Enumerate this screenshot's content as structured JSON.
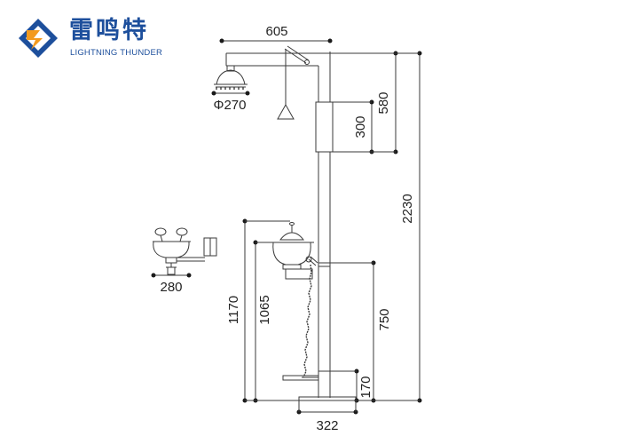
{
  "logo": {
    "name_cn": "雷鸣特",
    "name_en": "LIGHTNING THUNDER",
    "colors": {
      "blue": "#1d4f9c",
      "orange": "#f39a1e"
    }
  },
  "dimensions": {
    "top_width": "605",
    "shower_diameter": "Φ270",
    "upper_height": "580",
    "bracket_height": "300",
    "total_height": "2230",
    "eyewash_width": "280",
    "bowl_height": "1170",
    "bowl_rim_height": "1065",
    "pedal_height": "750",
    "base_height": "170",
    "base_width": "322"
  }
}
